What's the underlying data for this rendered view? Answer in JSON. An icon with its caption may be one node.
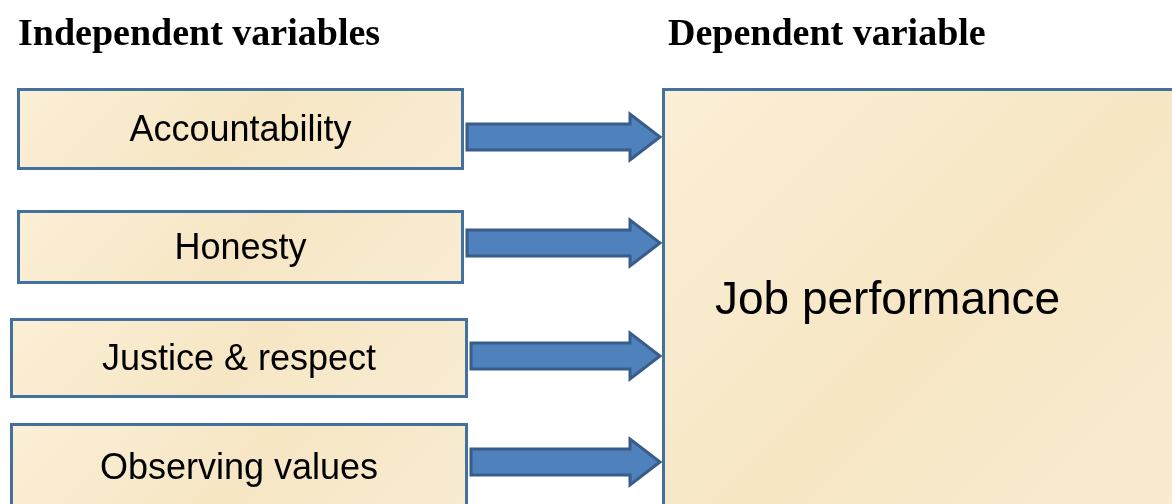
{
  "diagram": {
    "nodes": [
      {
        "text": [
          "Accountability"
        ]
      },
      {
        "text": [
          "Honesty"
        ]
      },
      {
        "text": [
          "Justice & respect"
        ]
      },
      {
        "text": [
          "Observing values"
        ]
      },
      {
        "text": [
          "Job performance"
        ]
      }
    ],
    "edges": [
      {
        "from": 0,
        "to": 4,
        "arrow": "to"
      },
      {
        "from": 1,
        "to": 4,
        "arrow": "to"
      },
      {
        "from": 2,
        "to": 4,
        "arrow": "to"
      },
      {
        "from": 3,
        "to": 4,
        "arrow": "to"
      }
    ],
    "labels": [
      "Independent variables",
      "Dependent variable"
    ]
  }
}
